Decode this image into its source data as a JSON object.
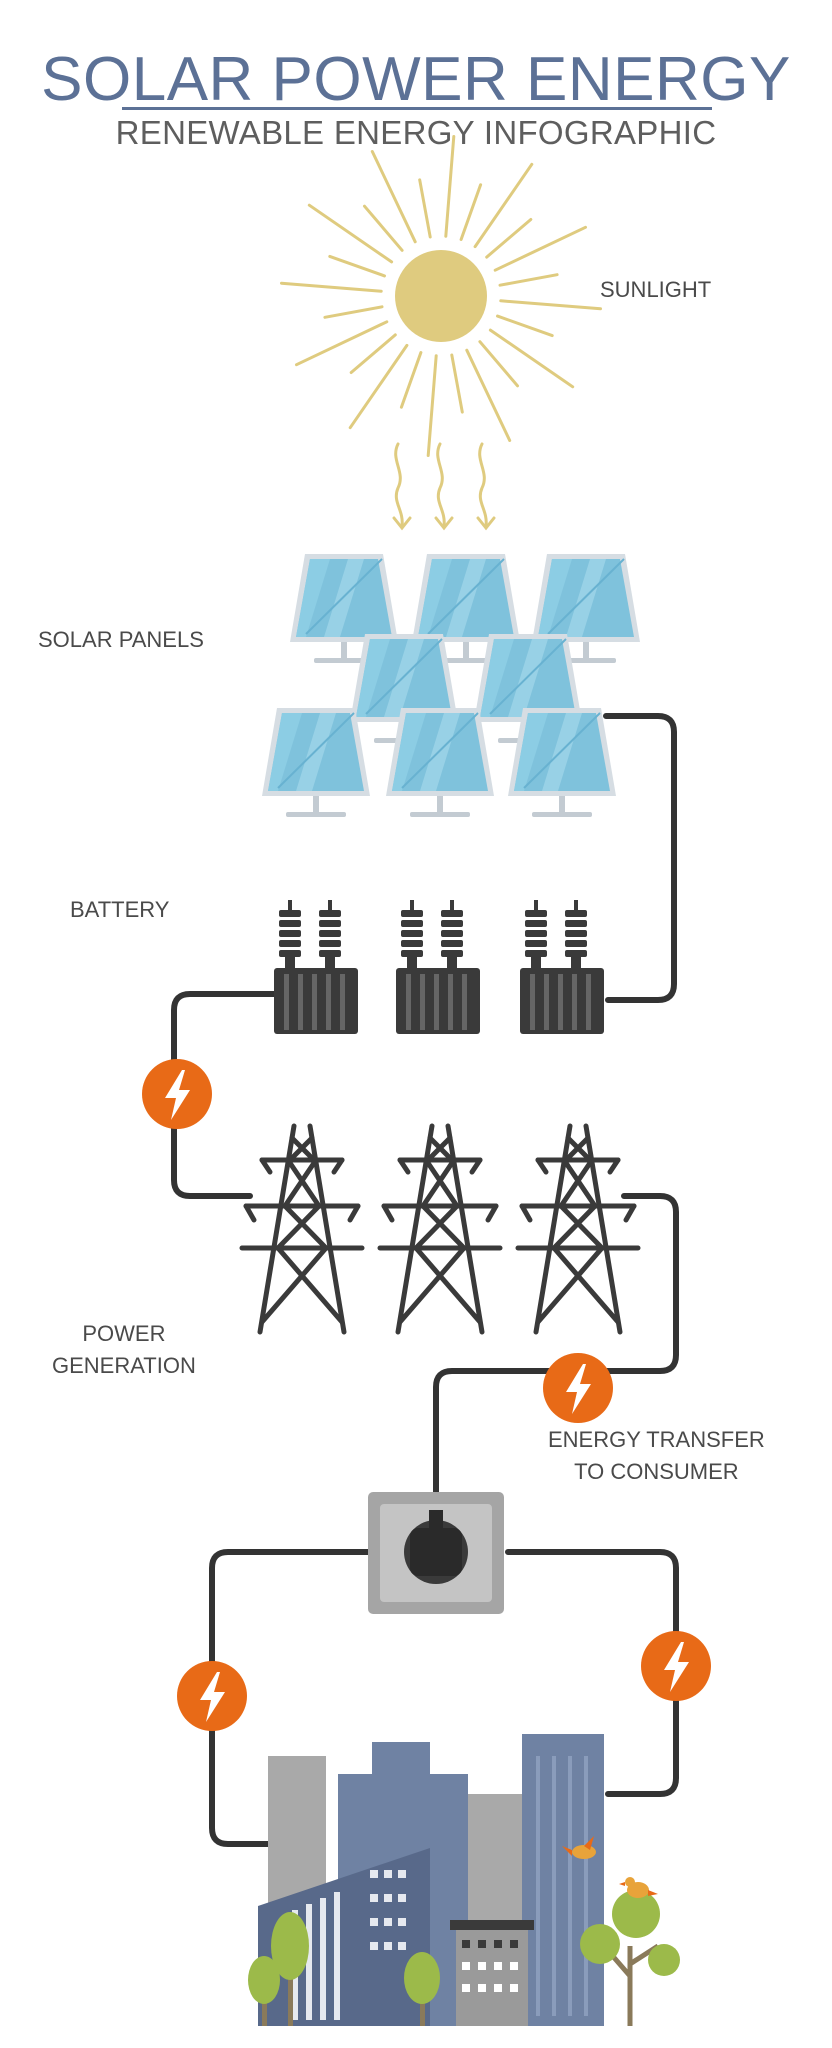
{
  "header": {
    "title": "SOLAR POWER ENERGY",
    "subtitle": "RENEWABLE ENERGY INFOGRAPHIC"
  },
  "labels": {
    "sunlight": "SUNLIGHT",
    "solar_panels": "SOLAR PANELS",
    "battery": "BATTERY",
    "power_line1": "POWER",
    "power_line2": "GENERATION",
    "transfer_line1": "ENERGY TRANSFER",
    "transfer_line2": "TO CONSUMER"
  },
  "colors": {
    "title": "#5c7196",
    "subtitle": "#5e5e5e",
    "sun": "#dfcb7f",
    "panel": "#7fc2dc",
    "panel_dark": "#5faac8",
    "cable": "#333333",
    "bolt_badge": "#e86a17",
    "building_blue": "#6f82a3",
    "building_gray": "#a9a9a9",
    "tree": "#9cba4a"
  },
  "icons": [
    "sun-icon",
    "solar-panel-icon",
    "battery-icon",
    "power-tower-icon",
    "lightning-bolt-icon",
    "socket-plug-icon",
    "city-buildings-icon",
    "tree-icon",
    "bird-icon"
  ]
}
